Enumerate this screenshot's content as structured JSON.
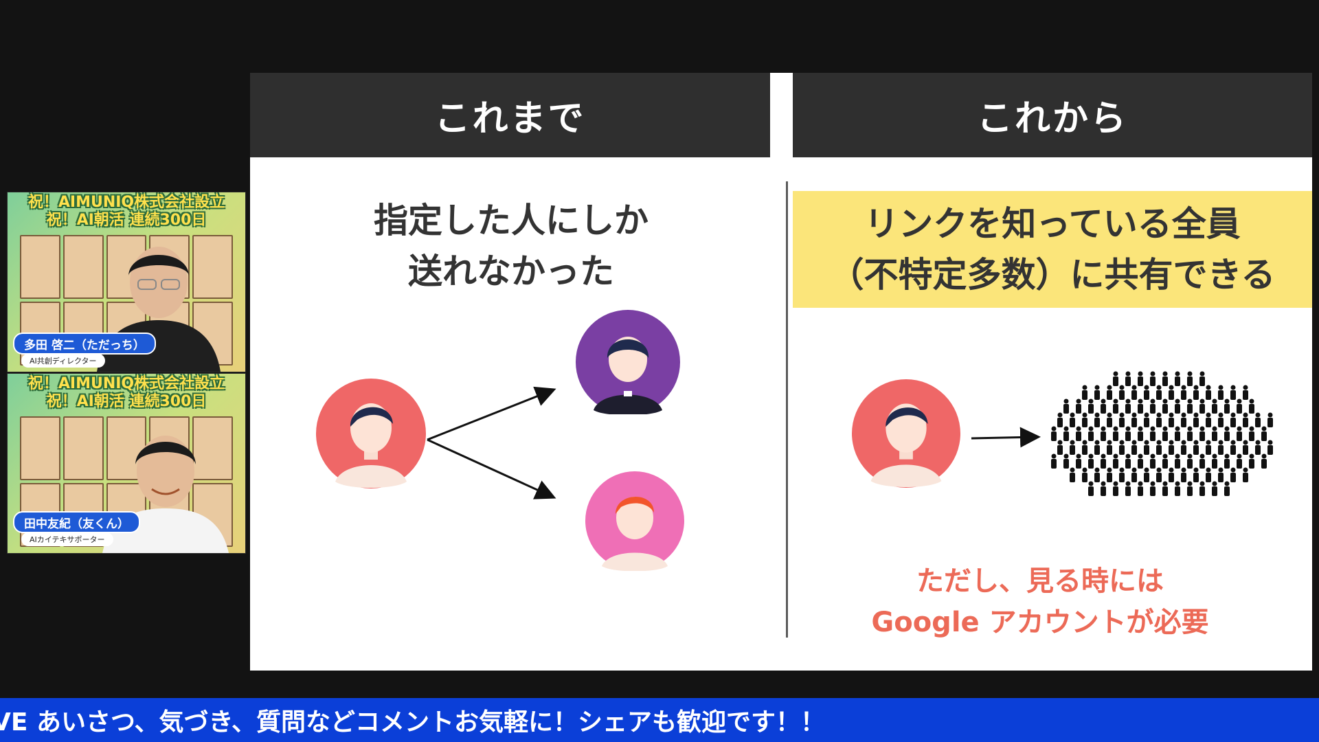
{
  "slide": {
    "left_header": "これまで",
    "right_header": "これから",
    "left_text_line1": "指定した人にしか",
    "left_text_line2": "送れなかった",
    "right_highlight_line1": "リンクを知っている全員",
    "right_highlight_line2": "（不特定多数）に共有できる",
    "note_line1": "ただし、見る時には",
    "note_line2": "Google アカウントが必要"
  },
  "webcams": [
    {
      "banner_line1": "祝！AIMUNIQ株式会社設立",
      "banner_line2": "祝！AI朝活 連続300日",
      "name": "多田 啓二（ただっち）",
      "role": "AI共創ディレクター"
    },
    {
      "banner_line1": "祝！AIMUNIQ株式会社設立",
      "banner_line2": "祝！AI朝活 連続300日",
      "name": "田中友紀（友くん）",
      "role": "AIカイテキサポーター"
    }
  ],
  "ticker": {
    "text": "VE あいさつ、気づき、質問などコメントお気軽に！シェアも歓迎です！！"
  },
  "colors": {
    "header_bg": "#2f2f2f",
    "highlight_bg": "#fbe57a",
    "note_color": "#ec6a57",
    "ticker_bg": "#0b3fd8",
    "name_tag_bg": "#1e5ad6"
  }
}
